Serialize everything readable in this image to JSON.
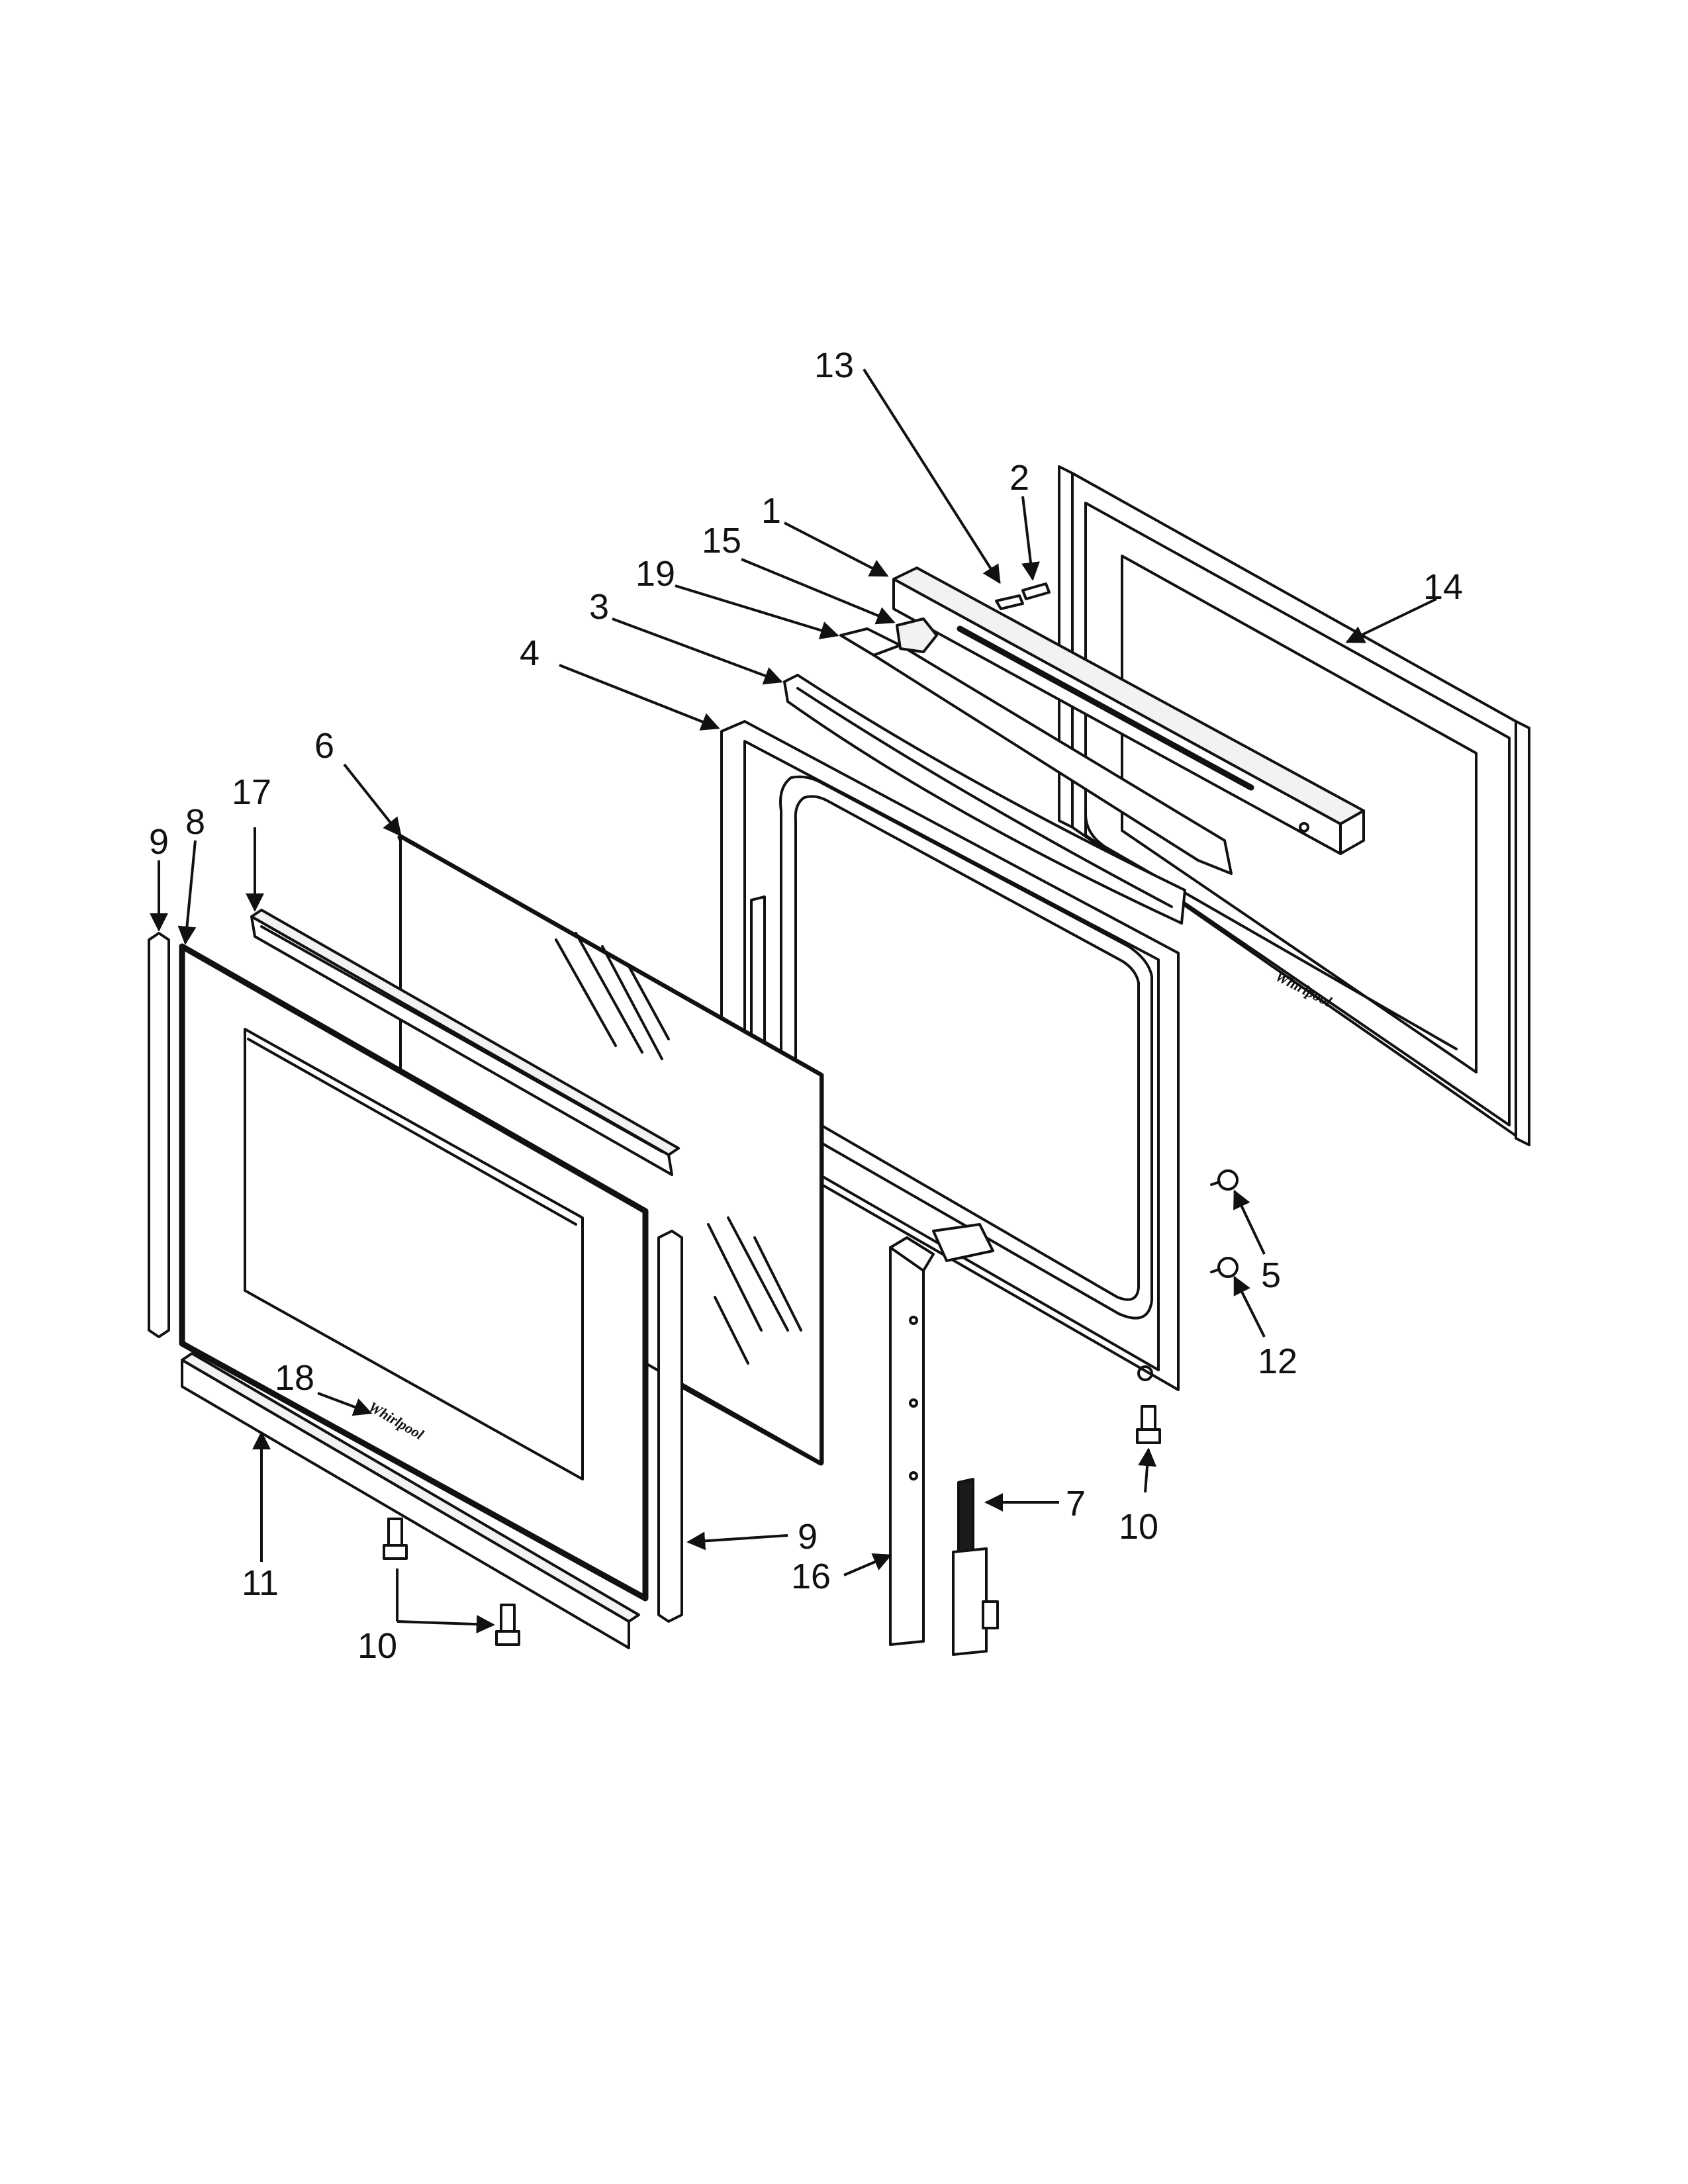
{
  "callouts": {
    "c1": "1",
    "c2": "2",
    "c3": "3",
    "c4": "4",
    "c5": "5",
    "c6": "6",
    "c7": "7",
    "c8": "8",
    "c9a": "9",
    "c9b": "9",
    "c10a": "10",
    "c10b": "10",
    "c11": "11",
    "c12": "12",
    "c13": "13",
    "c14": "14",
    "c15": "15",
    "c16": "16",
    "c17": "17",
    "c18": "18",
    "c19": "19"
  },
  "colors": {
    "line": "#111111",
    "background": "#ffffff",
    "panel_fill": "#f2f2f2"
  }
}
